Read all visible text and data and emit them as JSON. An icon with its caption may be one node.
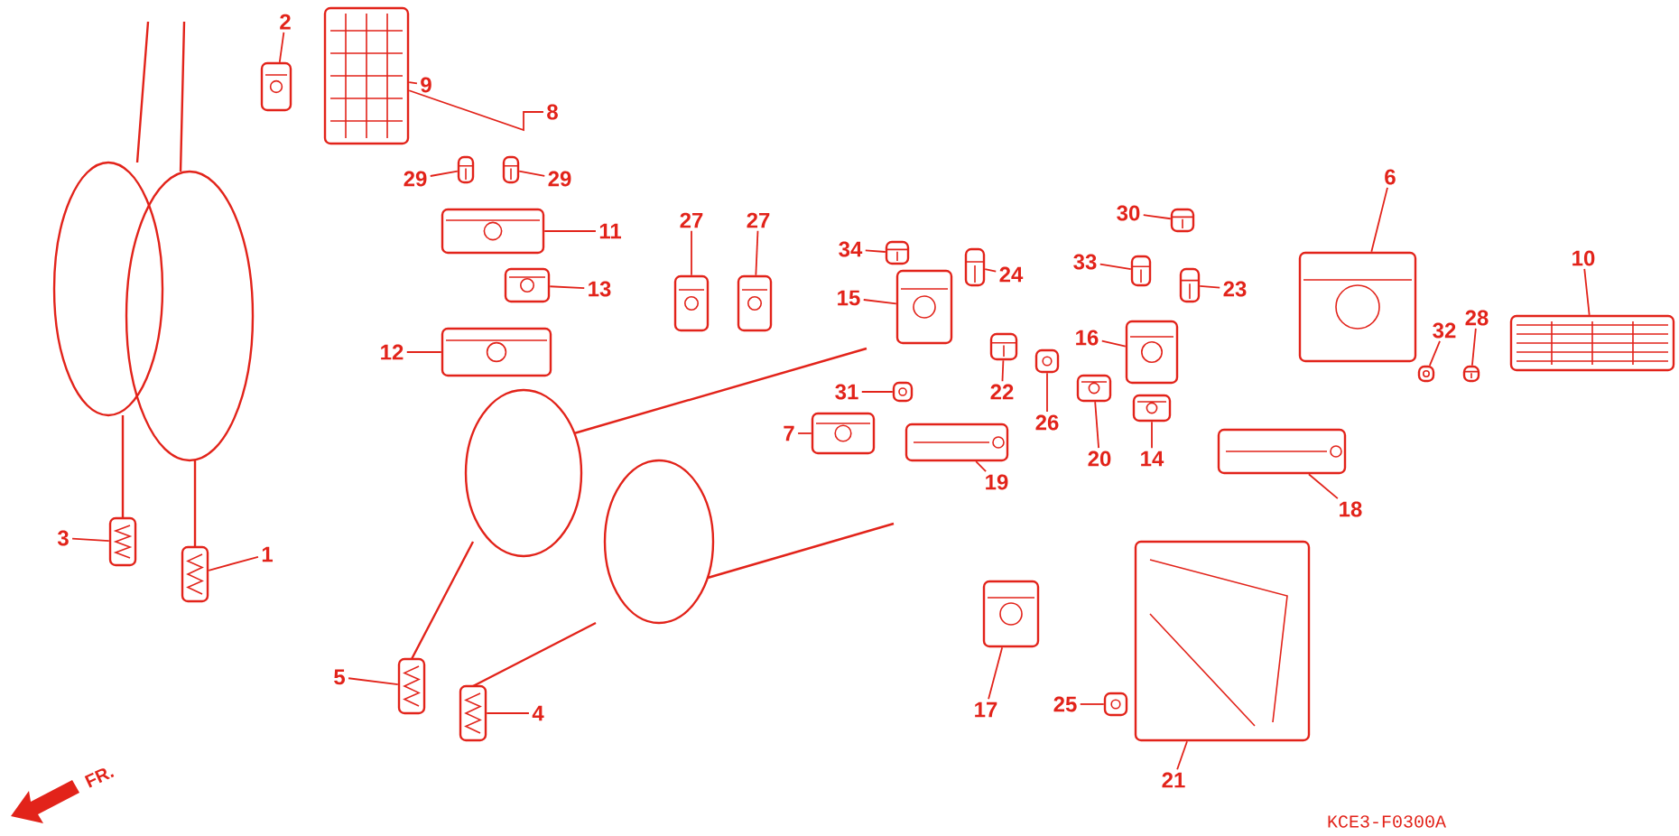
{
  "diagram": {
    "nodes": [
      {
        "text": [
          "2"
        ]
      },
      {
        "text": [],
        "shape": "picture"
      },
      {
        "text": [
          "9"
        ]
      },
      {
        "text": [
          "8"
        ]
      },
      {
        "text": [],
        "shape": "picture"
      },
      {
        "text": [
          "29"
        ]
      },
      {
        "text": [],
        "shape": "picture"
      },
      {
        "text": [
          "29"
        ]
      },
      {
        "text": [],
        "shape": "picture"
      },
      {
        "text": [
          "11"
        ]
      },
      {
        "text": [],
        "shape": "picture"
      },
      {
        "text": [
          "13"
        ]
      },
      {
        "text": [],
        "shape": "picture"
      },
      {
        "text": [
          "12"
        ]
      },
      {
        "text": [],
        "shape": "picture"
      },
      {
        "text": [
          "27"
        ]
      },
      {
        "text": [],
        "shape": "picture"
      },
      {
        "text": [
          "27"
        ]
      },
      {
        "text": [],
        "shape": "picture"
      },
      {
        "text": [
          "34"
        ]
      },
      {
        "text": [],
        "shape": "picture"
      },
      {
        "text": [
          "24"
        ]
      },
      {
        "text": [],
        "shape": "picture"
      },
      {
        "text": [
          "15"
        ]
      },
      {
        "text": [],
        "shape": "picture"
      },
      {
        "text": [
          "31"
        ]
      },
      {
        "text": [],
        "shape": "picture"
      },
      {
        "text": [
          "22"
        ]
      },
      {
        "text": [],
        "shape": "picture"
      },
      {
        "text": [
          "26"
        ]
      },
      {
        "text": [],
        "shape": "picture"
      },
      {
        "text": [
          "7"
        ]
      },
      {
        "text": [],
        "shape": "picture"
      },
      {
        "text": [
          "19"
        ]
      },
      {
        "text": [],
        "shape": "picture"
      },
      {
        "text": [
          "30"
        ]
      },
      {
        "text": [],
        "shape": "picture"
      },
      {
        "text": [
          "33"
        ]
      },
      {
        "text": [],
        "shape": "picture"
      },
      {
        "text": [
          "23"
        ]
      },
      {
        "text": [],
        "shape": "picture"
      },
      {
        "text": [
          "16"
        ]
      },
      {
        "text": [],
        "shape": "picture"
      },
      {
        "text": [
          "20"
        ]
      },
      {
        "text": [],
        "shape": "picture"
      },
      {
        "text": [
          "14"
        ]
      },
      {
        "text": [],
        "shape": "picture"
      },
      {
        "text": [
          "6"
        ]
      },
      {
        "text": [],
        "shape": "picture"
      },
      {
        "text": [
          "10"
        ]
      },
      {
        "text": [],
        "shape": "picture"
      },
      {
        "text": [
          "32"
        ]
      },
      {
        "text": [],
        "shape": "picture"
      },
      {
        "text": [
          "28"
        ]
      },
      {
        "text": [],
        "shape": "picture"
      },
      {
        "text": [
          "18"
        ]
      },
      {
        "text": [],
        "shape": "picture"
      },
      {
        "text": [
          "1"
        ]
      },
      {
        "text": [],
        "shape": "picture"
      },
      {
        "text": [
          "3"
        ]
      },
      {
        "text": [],
        "shape": "picture"
      },
      {
        "text": [
          "5"
        ]
      },
      {
        "text": [],
        "shape": "picture"
      },
      {
        "text": [
          "4"
        ]
      },
      {
        "text": [],
        "shape": "picture"
      },
      {
        "text": [
          "17"
        ]
      },
      {
        "text": [],
        "shape": "picture"
      },
      {
        "text": [
          "25"
        ]
      },
      {
        "text": [],
        "shape": "picture"
      },
      {
        "text": [
          "21"
        ]
      },
      {
        "text": [],
        "shape": "picture"
      }
    ],
    "edges": [
      {
        "from": 0,
        "to": 1,
        "arrow": "none"
      },
      {
        "from": 2,
        "to": 4,
        "arrow": "none"
      },
      {
        "from": 3,
        "to": 4,
        "arrow": "none"
      },
      {
        "from": 5,
        "to": 6,
        "arrow": "none"
      },
      {
        "from": 7,
        "to": 8,
        "arrow": "none"
      },
      {
        "from": 9,
        "to": 10,
        "arrow": "none"
      },
      {
        "from": 11,
        "to": 12,
        "arrow": "none"
      },
      {
        "from": 13,
        "to": 14,
        "arrow": "none"
      },
      {
        "from": 15,
        "to": 16,
        "arrow": "none"
      },
      {
        "from": 17,
        "to": 18,
        "arrow": "none"
      },
      {
        "from": 19,
        "to": 20,
        "arrow": "none"
      },
      {
        "from": 21,
        "to": 22,
        "arrow": "none"
      },
      {
        "from": 23,
        "to": 24,
        "arrow": "none"
      },
      {
        "from": 25,
        "to": 26,
        "arrow": "none"
      },
      {
        "from": 27,
        "to": 28,
        "arrow": "none"
      },
      {
        "from": 29,
        "to": 30,
        "arrow": "none"
      },
      {
        "from": 31,
        "to": 32,
        "arrow": "none"
      },
      {
        "from": 33,
        "to": 34,
        "arrow": "none"
      },
      {
        "from": 35,
        "to": 36,
        "arrow": "none"
      },
      {
        "from": 37,
        "to": 38,
        "arrow": "none"
      },
      {
        "from": 39,
        "to": 40,
        "arrow": "none"
      },
      {
        "from": 41,
        "to": 42,
        "arrow": "none"
      },
      {
        "from": 43,
        "to": 44,
        "arrow": "none"
      },
      {
        "from": 45,
        "to": 46,
        "arrow": "none"
      },
      {
        "from": 47,
        "to": 48,
        "arrow": "none"
      },
      {
        "from": 49,
        "to": 50,
        "arrow": "none"
      },
      {
        "from": 51,
        "to": 52,
        "arrow": "none"
      },
      {
        "from": 53,
        "to": 54,
        "arrow": "none"
      },
      {
        "from": 55,
        "to": 56,
        "arrow": "none"
      },
      {
        "from": 57,
        "to": 58,
        "arrow": "none"
      },
      {
        "from": 59,
        "to": 60,
        "arrow": "none"
      },
      {
        "from": 61,
        "to": 62,
        "arrow": "none"
      },
      {
        "from": 63,
        "to": 64,
        "arrow": "none"
      },
      {
        "from": 65,
        "to": 66,
        "arrow": "none"
      },
      {
        "from": 67,
        "to": 68,
        "arrow": "none"
      },
      {
        "from": 69,
        "to": 70,
        "arrow": "none"
      }
    ],
    "labels": [
      "FR.",
      "KCE3-F0300A"
    ]
  }
}
